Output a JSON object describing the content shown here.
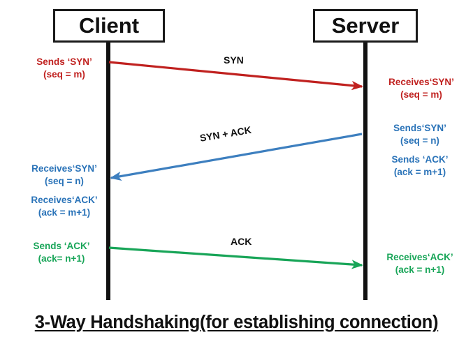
{
  "diagram": {
    "caption": "3-Way Handshaking(for establishing connection)",
    "nodes": {
      "client": "Client",
      "server": "Server"
    },
    "colors": {
      "syn": "#c0211f",
      "syn_ack": "#2a73b8",
      "ack": "#18a558",
      "lifeline": "#111111",
      "label": "#111111"
    },
    "arrows": [
      {
        "name": "syn",
        "label": "SYN",
        "from": "client",
        "to": "server",
        "color": "#c0211f"
      },
      {
        "name": "syn-ack",
        "label": "SYN + ACK",
        "from": "server",
        "to": "client",
        "color": "#2a73b8"
      },
      {
        "name": "ack",
        "label": "ACK",
        "from": "client",
        "to": "server",
        "color": "#18a558"
      }
    ],
    "annotations": {
      "client_syn": {
        "line1": "Sends ‘SYN’",
        "line2": "(seq = m)"
      },
      "server_syn": {
        "line1": "Receives‘SYN’",
        "line2": "(seq = m)"
      },
      "server_syn_ack": {
        "line1": "Sends‘SYN’",
        "line2": "(seq = n)",
        "line3": "Sends ‘ACK’",
        "line4": "(ack = m+1)"
      },
      "client_syn_ack": {
        "line1": "Receives‘SYN’",
        "line2": "(seq = n)",
        "line3": "Receives‘ACK’",
        "line4": "(ack = m+1)"
      },
      "client_ack": {
        "line1": "Sends ‘ACK’",
        "line2": "(ack= n+1)"
      },
      "server_ack": {
        "line1": "Receives‘ACK’",
        "line2": "(ack = n+1)"
      }
    }
  }
}
